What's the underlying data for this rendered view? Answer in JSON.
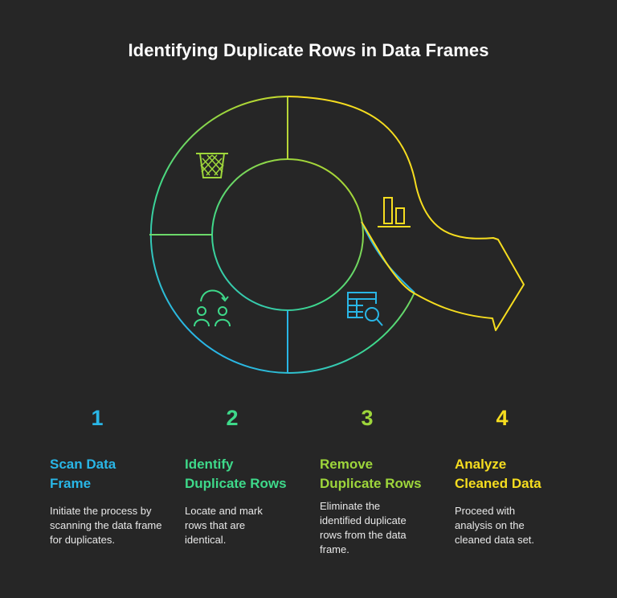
{
  "title": "Identifying Duplicate Rows in Data Frames",
  "steps": [
    {
      "number": "1",
      "heading": "Scan Data Frame",
      "description": "Initiate the process by scanning the data frame for duplicates.",
      "color": "#29b6e6",
      "icon": "table-search-icon"
    },
    {
      "number": "2",
      "heading": "Identify Duplicate Rows",
      "description": "Locate and mark rows that are identical.",
      "color": "#3ed98a",
      "icon": "users-swap-icon"
    },
    {
      "number": "3",
      "heading": "Remove Duplicate Rows",
      "description": "Eliminate the identified duplicate rows from the data frame.",
      "color": "#9ed63b",
      "icon": "trash-bin-icon"
    },
    {
      "number": "4",
      "heading": "Analyze Cleaned Data",
      "description": "Proceed with analysis on the cleaned data set.",
      "color": "#f6dd1f",
      "icon": "bar-chart-icon"
    }
  ]
}
